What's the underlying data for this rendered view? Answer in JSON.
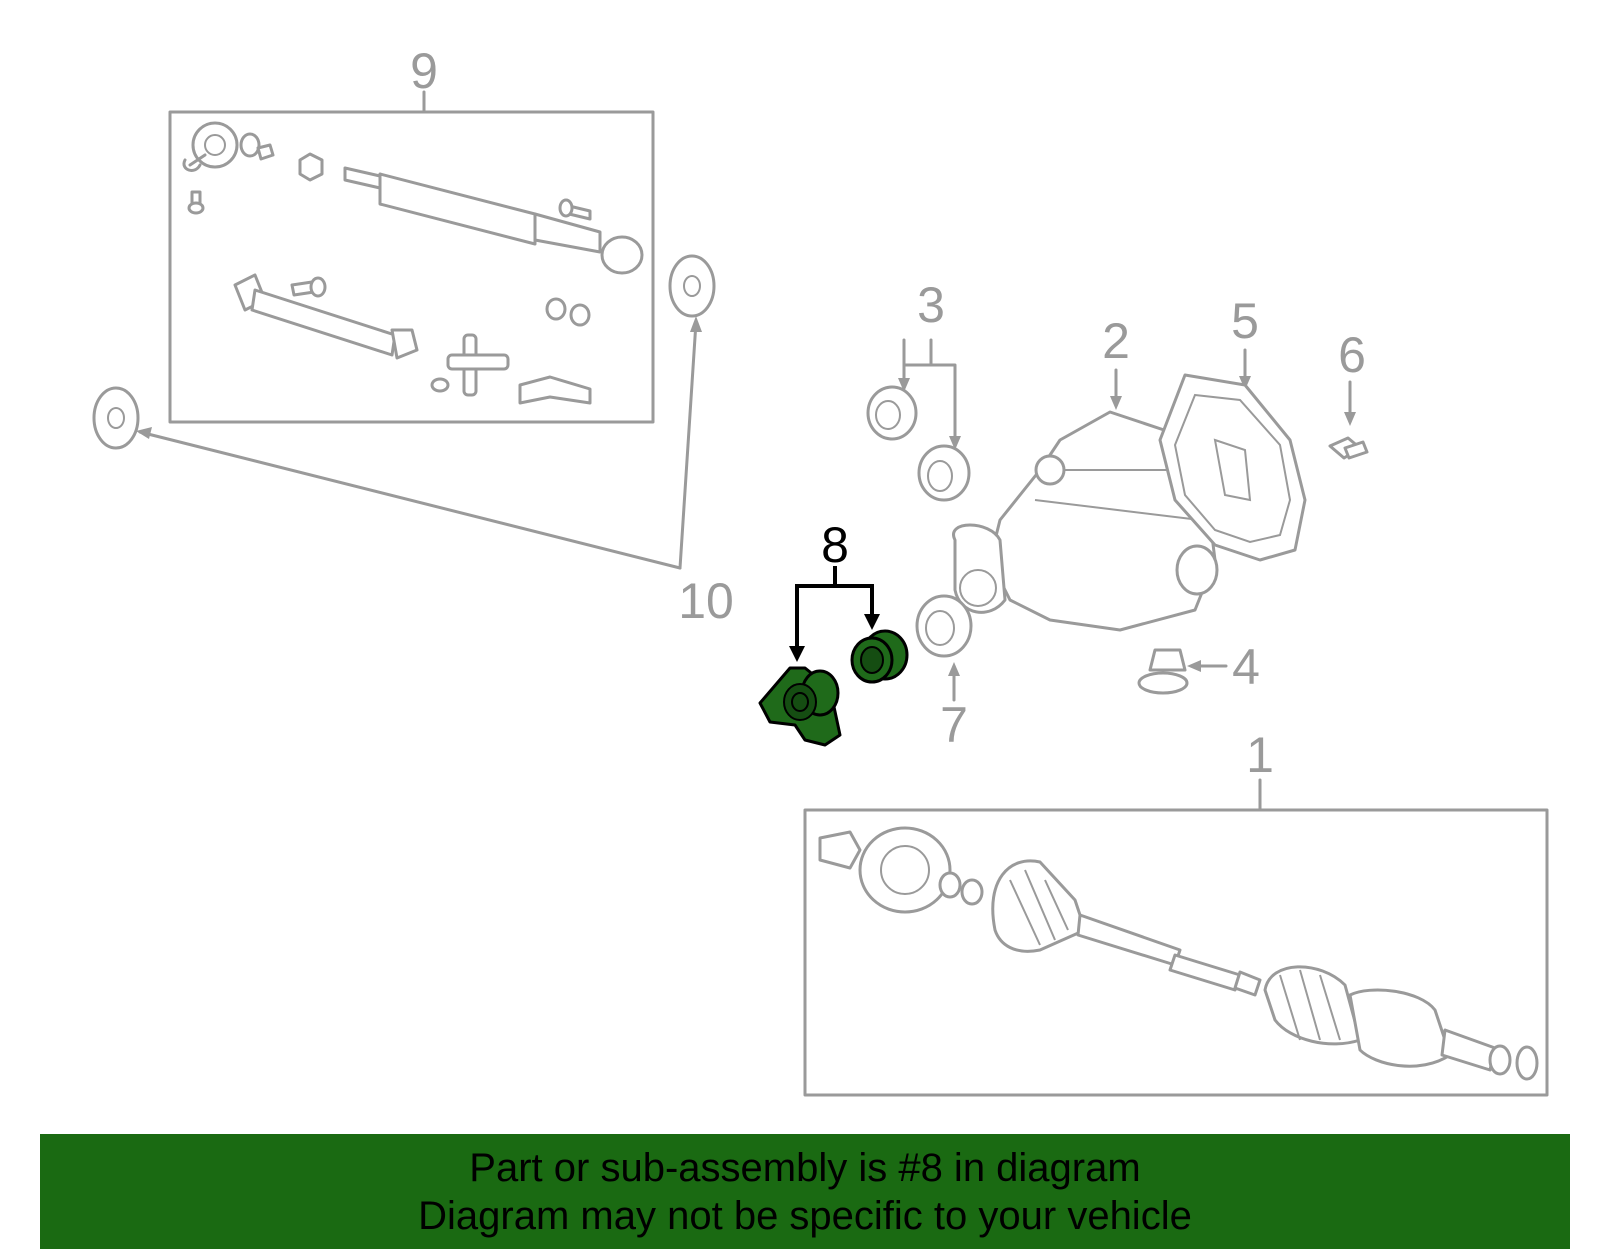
{
  "diagram": {
    "callouts": {
      "c1": "1",
      "c2": "2",
      "c3": "3",
      "c4": "4",
      "c5": "5",
      "c6": "6",
      "c7": "7",
      "c8": "8",
      "c9": "9",
      "c10": "10"
    },
    "highlighted_part": "8",
    "colors": {
      "highlight_fill": "#1f6a1a",
      "line_gray": "#9a9a9a",
      "banner_bg": "#1a6a12"
    }
  },
  "banner": {
    "line1": "Part or sub-assembly is #8 in diagram",
    "line2": "Diagram may not be specific to your vehicle"
  }
}
